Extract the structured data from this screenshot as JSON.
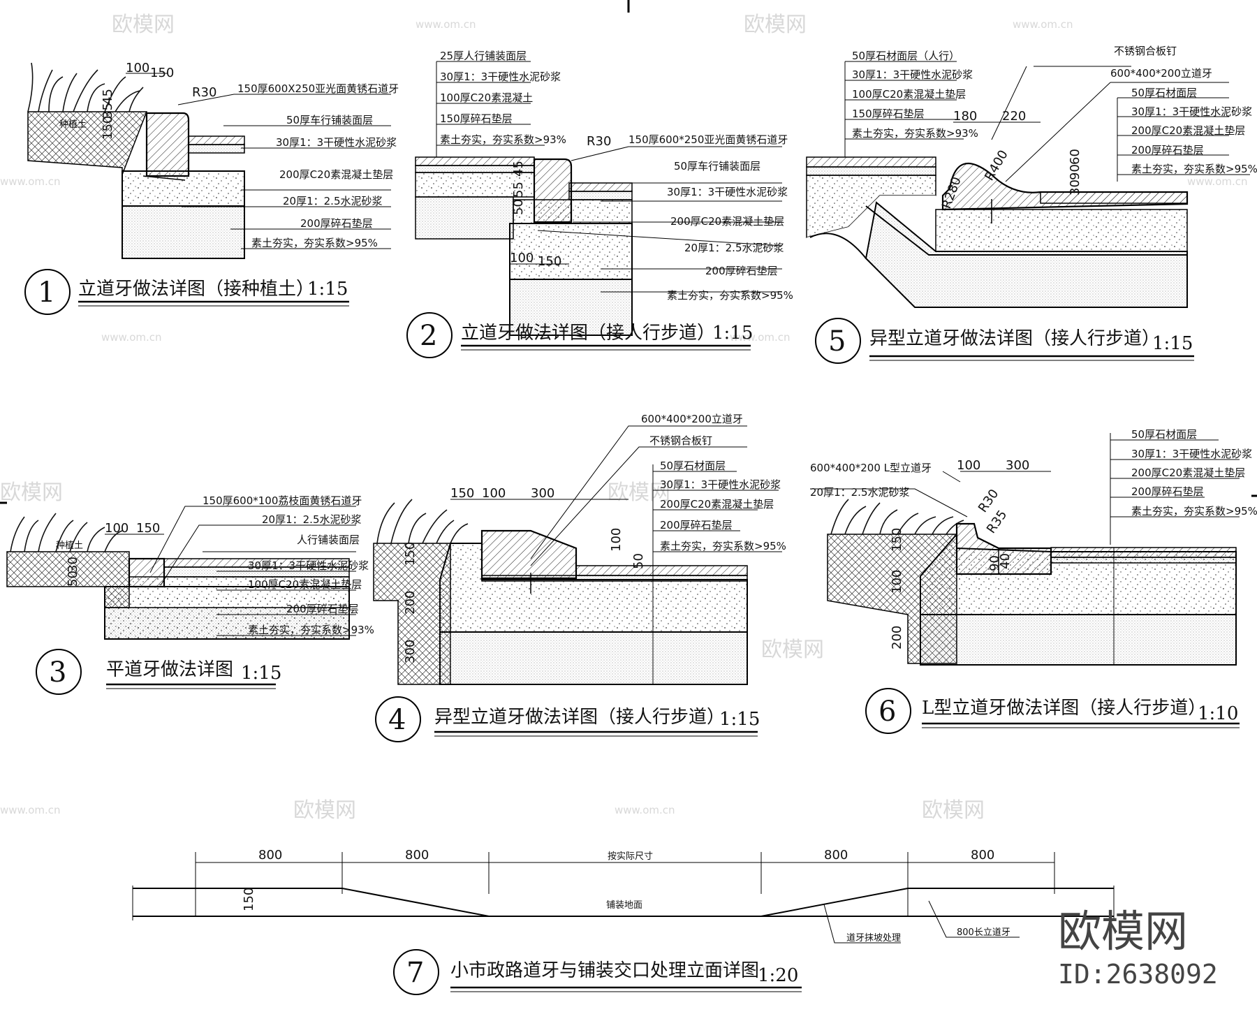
{
  "watermark": {
    "brand": "欧模网",
    "url": "www.om.cn"
  },
  "brand": {
    "name": "欧模网",
    "id": "ID:2638092"
  },
  "d1": {
    "num": "1",
    "title": "立道牙做法详图（接种植土）",
    "scale": "1:15",
    "planting": "种植土",
    "r": "R30",
    "d100": "100",
    "d150": "150",
    "v45": "45",
    "v35": "35",
    "v150": "150",
    "labels": [
      "150厚600X250亚光面黄锈石道牙",
      "50厚车行铺装面层",
      "30厚1：3干硬性水泥砂浆",
      "200厚C20素混凝土垫层",
      "20厚1：2.5水泥砂浆",
      "200厚碎石垫层",
      "素土夯实，夯实系数>95%"
    ]
  },
  "d2": {
    "num": "2",
    "title": "立道牙做法详图（接人行步道）",
    "scale": "1:15",
    "r": "R30",
    "d100": "100",
    "d150": "150",
    "v45": "45",
    "v50": "50",
    "v55": "55",
    "top": [
      "25厚人行铺装面层",
      "30厚1：3干硬性水泥砂浆",
      "100厚C20素混凝土",
      "150厚碎石垫层",
      "素土夯实，夯实系数>93%"
    ],
    "labels": [
      "150厚600*250亚光面黄锈石道牙",
      "50厚车行铺装面层",
      "30厚1：3干硬性水泥砂浆",
      "200厚C20素混凝土垫层",
      "20厚1：2.5水泥砂浆",
      "200厚碎石垫层",
      "素土夯实，夯实系数>95%"
    ]
  },
  "d3": {
    "num": "3",
    "title": "平道牙做法详图",
    "scale": "1:15",
    "planting": "种植土",
    "d100": "100",
    "d150": "150",
    "v30": "30",
    "v50": "50",
    "labels": [
      "150厚600*100荔枝面黄锈石道牙",
      "20厚1：2.5水泥砂浆",
      "人行铺装面层",
      "30厚1：3干硬性水泥砂浆",
      "100厚C20素混凝土垫层",
      "200厚碎石垫层",
      "素土夯实，夯实系数>93%"
    ]
  },
  "d4": {
    "num": "4",
    "title": "异型立道牙做法详图（接人行步道）",
    "scale": "1:15",
    "curb": "600*400*200立道牙",
    "nail": "不锈钢合板钉",
    "d150": "150",
    "d100": "100",
    "d300": "300",
    "v150": "150",
    "v200": "200",
    "v300": "300",
    "v100": "100",
    "v50": "50",
    "labels": [
      "50厚石材面层",
      "30厚1：3干硬性水泥砂浆",
      "200厚C20素混凝土垫层",
      "200厚碎石垫层",
      "素土夯实，夯实系数>95%"
    ]
  },
  "d5": {
    "num": "5",
    "title": "异型立道牙做法详图（接人行步道）",
    "scale": "1:15",
    "curb": "600*400*200立道牙",
    "nail": "不锈钢合板钉",
    "d180": "180",
    "d220": "220",
    "r400": "R400",
    "r280": "R280",
    "v30": "30",
    "v90": "90",
    "v60": "60",
    "left": [
      "50厚石材面层（人行）",
      "30厚1：3干硬性水泥砂浆",
      "100厚C20素混凝土垫层",
      "150厚碎石垫层",
      "素土夯实，夯实系数>93%"
    ],
    "labels": [
      "50厚石材面层",
      "30厚1：3干硬性水泥砂浆",
      "200厚C20素混凝土垫层",
      "200厚碎石垫层",
      "素土夯实，夯实系数>95%"
    ]
  },
  "d6": {
    "num": "6",
    "title": "L型立道牙做法详图（接人行步道）",
    "scale": "1:10",
    "curb": "600*400*200 L型立道牙",
    "mortar": "20厚1：2.5水泥砂浆",
    "d100": "100",
    "d300": "300",
    "r30": "R30",
    "r35": "R35",
    "v150": "150",
    "v100": "100",
    "v200": "200",
    "v90": "90",
    "v40": "40",
    "labels": [
      "50厚石材面层",
      "30厚1：3干硬性水泥砂浆",
      "200厚C20素混凝土垫层",
      "200厚碎石垫层",
      "素土夯实，夯实系数>95%"
    ]
  },
  "d7": {
    "num": "7",
    "title": "小市政路道牙与铺装交口处理立面详图",
    "scale": "1:20",
    "dims": [
      "800",
      "800",
      "按实际尺寸",
      "800",
      "800"
    ],
    "v150": "150",
    "ground": "铺装地面",
    "ramp": "道牙抹坡处理",
    "curb": "800长立道牙"
  }
}
